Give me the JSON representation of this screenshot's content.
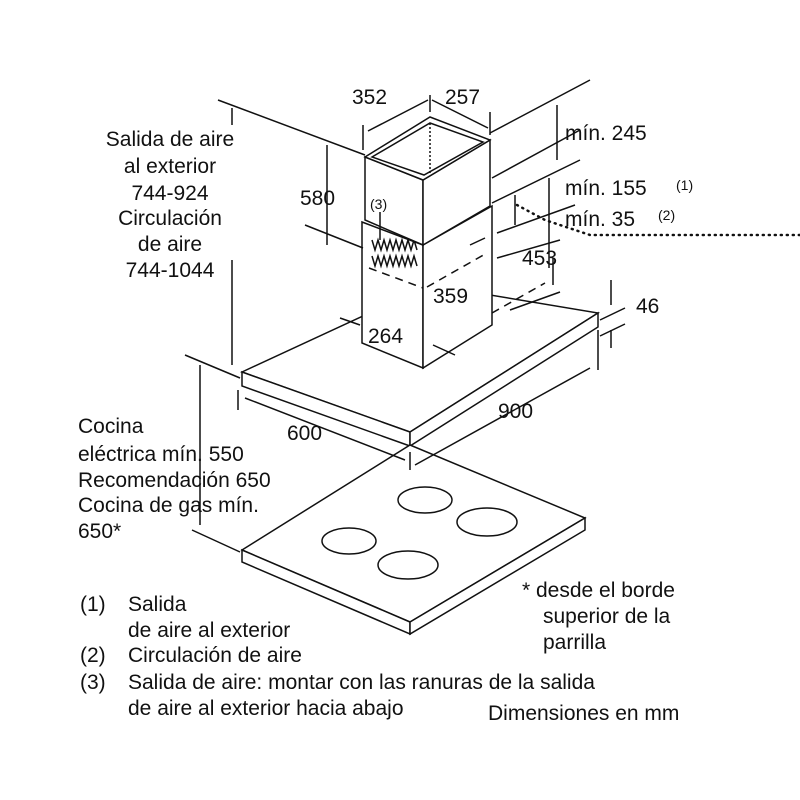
{
  "dims": {
    "d352": "352",
    "d257": "257",
    "d580": "580",
    "min245": "mín. 245",
    "min155": "mín. 155",
    "sup1": "(1)",
    "min35": "mín. 35",
    "sup2": "(2)",
    "d453": "453",
    "d359": "359",
    "d264": "264",
    "d46": "46",
    "d600": "600",
    "d900": "900",
    "callout3": "(3)"
  },
  "left_label": [
    "Salida de aire",
    "al exterior",
    "744-924",
    "Circulación",
    "de aire",
    "744-1044"
  ],
  "cooktop_label": [
    "Cocina",
    "eléctrica mín. 550",
    "Recomendación 650",
    "Cocina de gas mín.",
    "650*"
  ],
  "footnote_star": [
    "* desde el borde",
    "superior de la",
    "parrilla"
  ],
  "legend": [
    {
      "num": "(1)",
      "lines": [
        "Salida",
        "de aire al exterior"
      ]
    },
    {
      "num": "(2)",
      "lines": [
        "Circulación de aire"
      ]
    },
    {
      "num": "(3)",
      "lines": [
        "Salida de aire: montar con las ranuras de la salida",
        "de aire al exterior hacia abajo"
      ]
    }
  ],
  "units_note": "Dimensiones en mm"
}
